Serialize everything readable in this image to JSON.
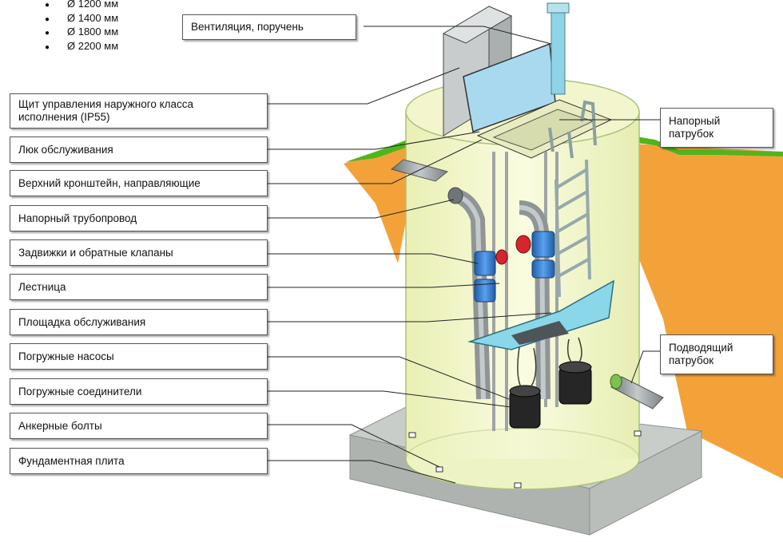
{
  "diameters": [
    "Ø 1200 мм",
    "Ø 1400 мм",
    "Ø 1800 мм",
    "Ø 2200 мм"
  ],
  "labels": {
    "ventilation": "Вентиляция, поручень",
    "control_panel": "Щит управления наружного класса\nисполнения (IP55)",
    "service_hatch": "Люк обслуживания",
    "bracket_guides": "Верхний кронштейн, направляющие",
    "pressure_pipeline": "Напорный трубопровод",
    "valves": "Задвижки и обратные клапаны",
    "ladder": "Лестница",
    "service_platform": "Площадка обслуживания",
    "pumps": "Погружные насосы",
    "connectors": "Погружные соединители",
    "anchor_bolts": "Анкерные болты",
    "foundation_slab": "Фундаментная плита",
    "pressure_nozzle": "Напорный\nпатрубок",
    "inlet_nozzle": "Подводящий\nпатрубок"
  },
  "colors": {
    "soil": "#f3a23a",
    "grass": "#4fb51d",
    "tank": "#f3f6cc",
    "tank_edge": "#a9c27a",
    "concrete": "#c8cdc9",
    "pipe": "#9ea4a6",
    "valve_blue": "#3b7fd1",
    "valve_red": "#d6262b",
    "pump": "#262626",
    "platform": "#8bd7ea",
    "panel_lid": "#a9d9ef",
    "ladder": "#96a9ab"
  }
}
